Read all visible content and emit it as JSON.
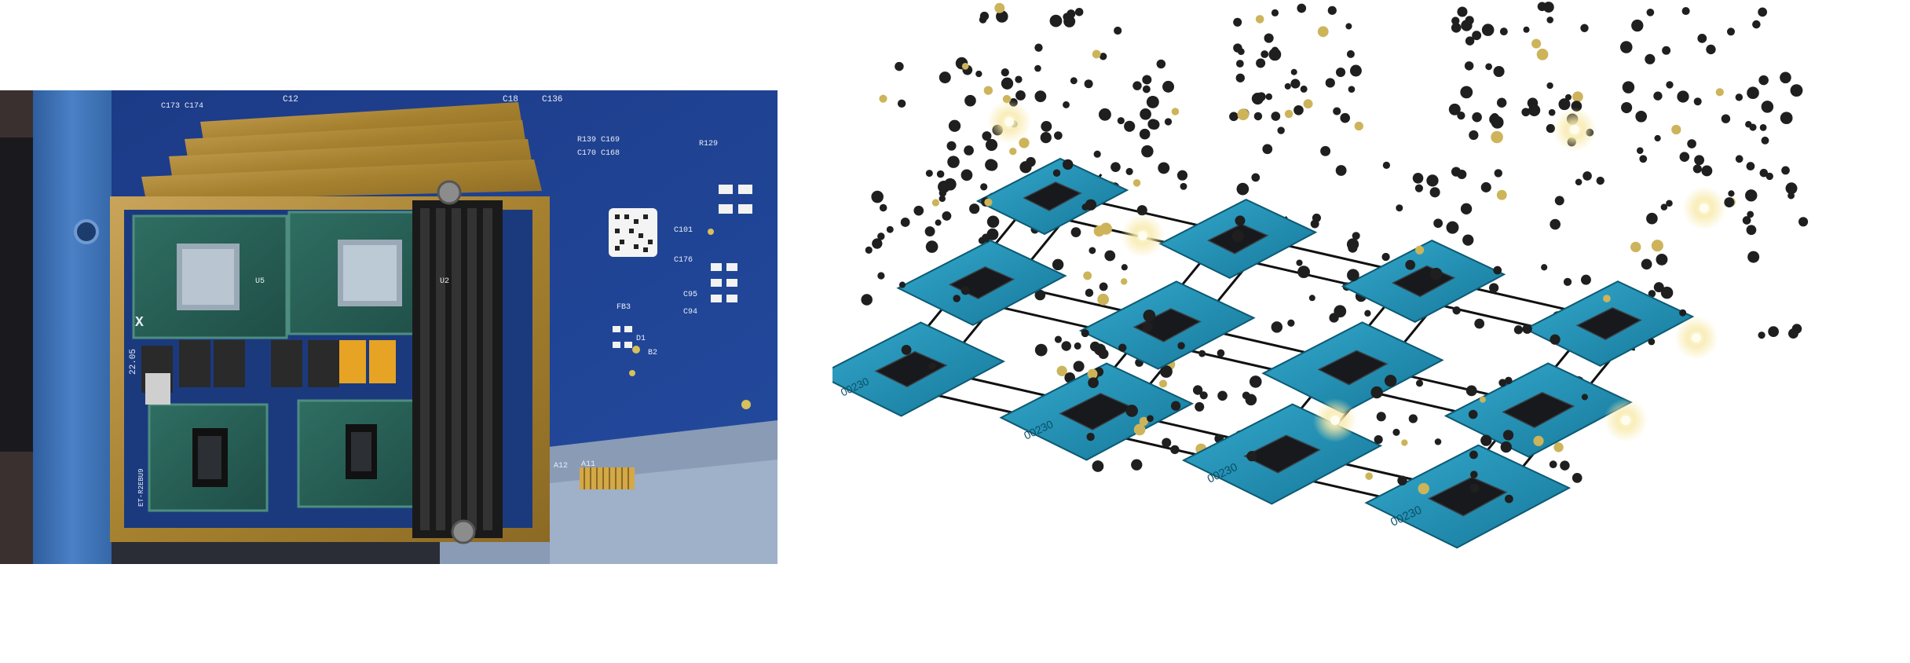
{
  "photo": {
    "silkscreen": {
      "top_left": "C12",
      "top_mid": "C18",
      "top_right": "C136",
      "rc1": "C173 C174",
      "rc2": "R139 C169",
      "rc3": "C170 C168",
      "rc4": "R129",
      "rc5": "C101",
      "rc6": "C176",
      "rc7": "FB3",
      "rc8": "C94",
      "rc9": "C95",
      "rc10": "D1",
      "rc11": "B2",
      "rc12": "A12",
      "rc13": "A11",
      "mod1": "U5",
      "mod2": "U2",
      "mod3": "22.05",
      "mod4": "X",
      "mod5": "ET-R2EBU9"
    }
  },
  "render": {
    "chip_marks": [
      "00230",
      "00230",
      "00230",
      "00230"
    ]
  },
  "colors": {
    "pcb_blue": "#1f3f8e",
    "bracket_blue": "#3f72b8",
    "gold": "#b28a3c",
    "chip_teal": "#1e8db1",
    "die_black": "#17191c",
    "particle": "#1f1f1f",
    "glow": "#f7e9a8"
  }
}
